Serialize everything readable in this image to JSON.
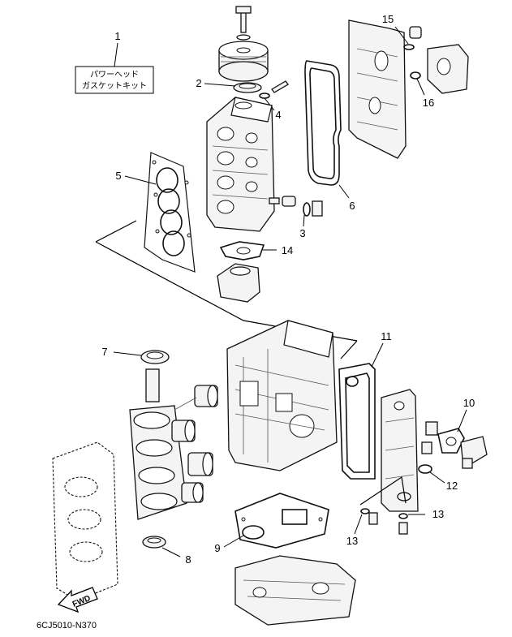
{
  "diagram": {
    "kit_label_line1": "パワーヘッド",
    "kit_label_line2": "ガスケットキット",
    "part_code": "6CJ5010-N370",
    "fwd_label": "FWD",
    "callouts": {
      "c1": "1",
      "c2": "2",
      "c3": "3",
      "c4": "4",
      "c5": "5",
      "c6": "6",
      "c7": "7",
      "c8": "8",
      "c9": "9",
      "c10": "10",
      "c11": "11",
      "c12": "12",
      "c13a": "13",
      "c13b": "13",
      "c14": "14",
      "c15": "15",
      "c16": "16"
    }
  }
}
